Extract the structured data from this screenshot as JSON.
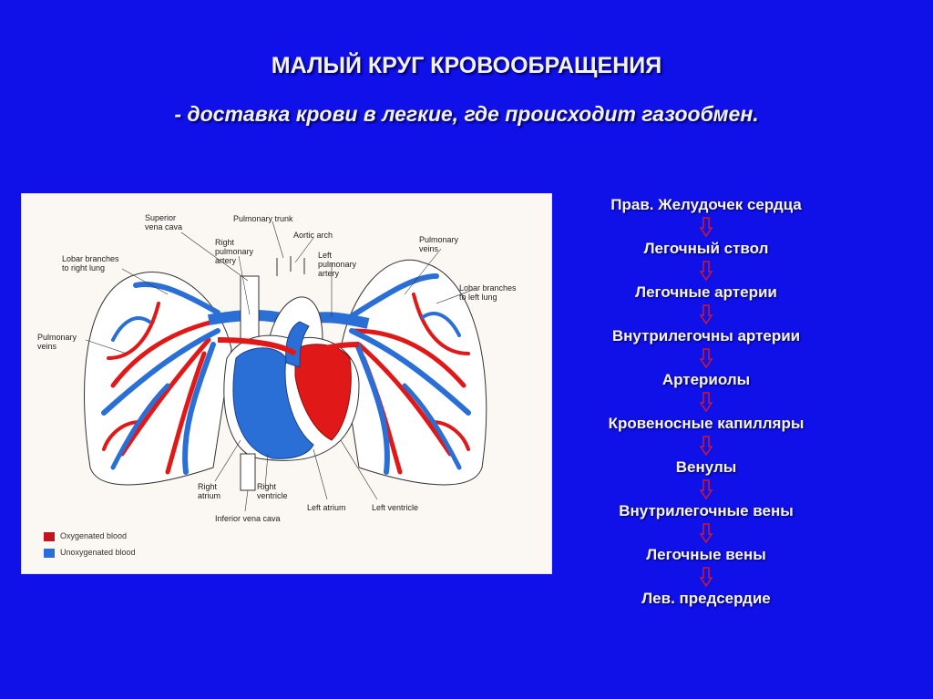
{
  "slide": {
    "title": "МАЛЫЙ КРУГ КРОВООБРАЩЕНИЯ",
    "subtitle": "- доставка крови в легкие, где происходит газообмен."
  },
  "figure": {
    "labels": {
      "superior_vena_cava": "Superior\nvena cava",
      "pulmonary_trunk": "Pulmonary trunk",
      "aortic_arch": "Aortic arch",
      "right_pulmonary_artery": "Right\npulmonary\nartery",
      "left_pulmonary_artery": "Left\npulmonary\nartery",
      "pulmonary_veins_left": "Pulmonary\nveins",
      "pulmonary_veins_right": "Pulmonary\nveins",
      "lobar_branches_right": "Lobar branches\nto right lung",
      "lobar_branches_left": "Lobar branches\nto left lung",
      "right_atrium": "Right\natrium",
      "right_ventricle": "Right\nventricle",
      "left_atrium": "Left atrium",
      "left_ventricle": "Left ventricle",
      "inferior_vena_cava": "Inferior vena cava"
    },
    "legend": {
      "oxygenated": "Oxygenated blood",
      "unoxygenated": "Unoxygenated blood"
    },
    "colors": {
      "oxygenated": "#e01818",
      "unoxygenated": "#2a6fd6"
    }
  },
  "flow": {
    "arrow_color": "#d0192a",
    "steps": [
      "Прав. Желудочек сердца",
      "Легочный ствол",
      "Легочные артерии",
      "Внутрилегочны артерии",
      "Артериолы",
      "Кровеносные капилляры",
      "Венулы",
      "Внутрилегочные вены",
      "Легочные вены",
      "Лев. предсердие"
    ]
  }
}
